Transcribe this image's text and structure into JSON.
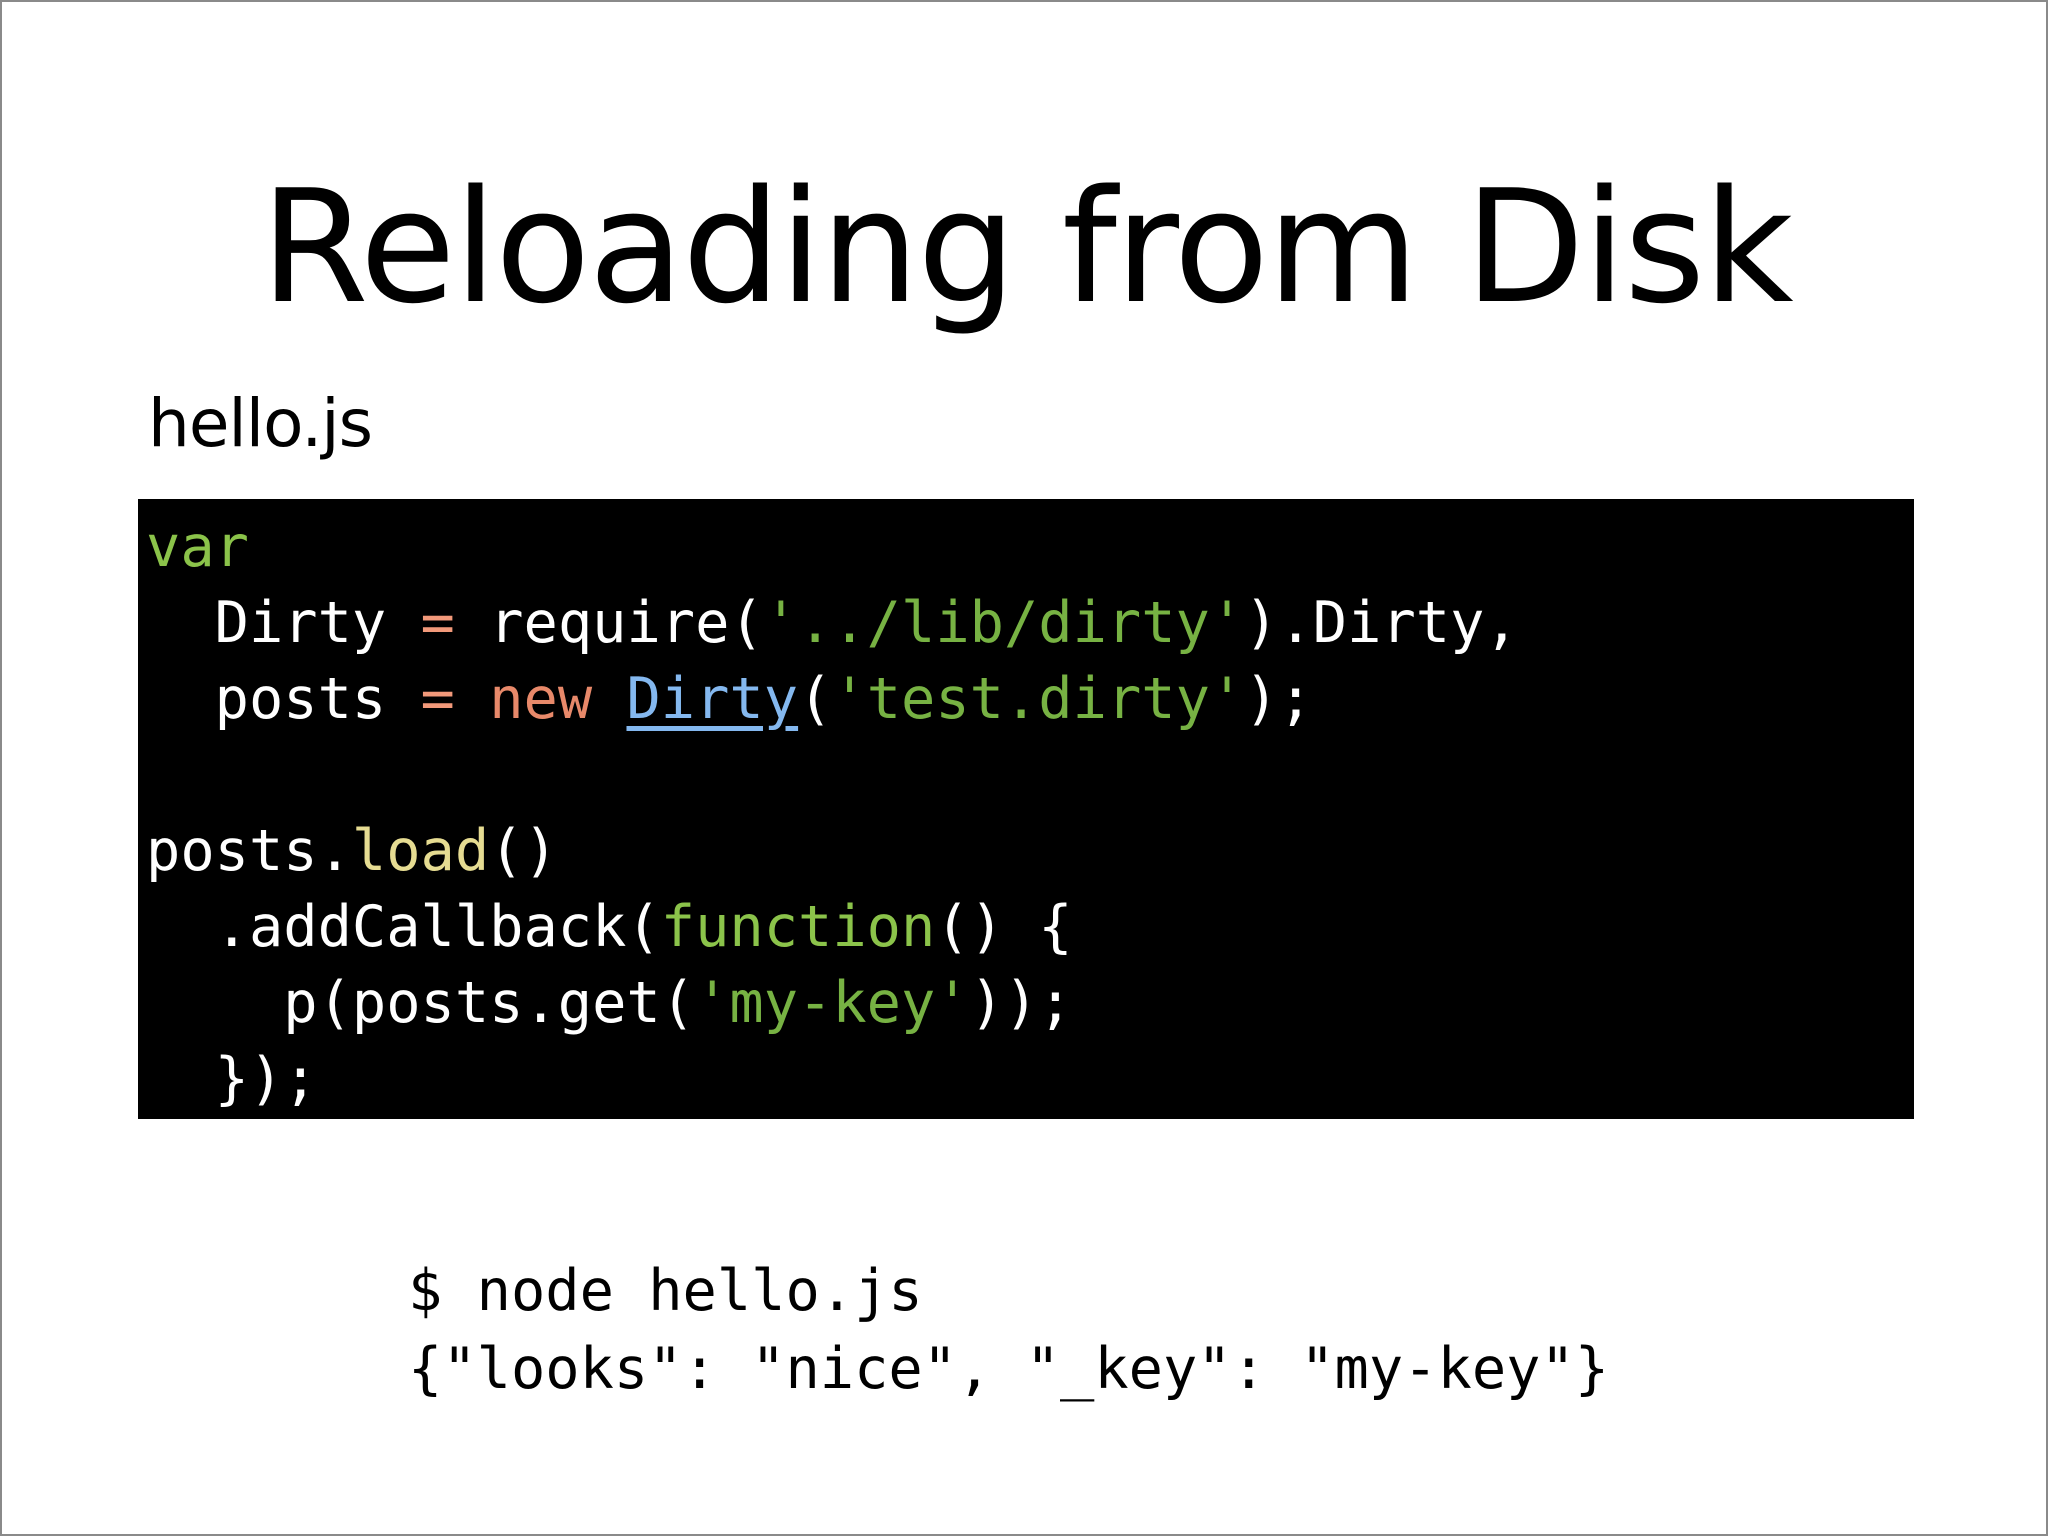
{
  "slide": {
    "title": "Reloading from Disk",
    "filename": "hello.js"
  },
  "code": {
    "lines": [
      [
        {
          "t": "var",
          "k": "kw"
        }
      ],
      [
        {
          "t": "  Dirty ",
          "k": "pl"
        },
        {
          "t": "=",
          "k": "op"
        },
        {
          "t": " require(",
          "k": "pl"
        },
        {
          "t": "'../lib/dirty'",
          "k": "str"
        },
        {
          "t": ").Dirty,",
          "k": "pl"
        }
      ],
      [
        {
          "t": "  posts ",
          "k": "pl"
        },
        {
          "t": "=",
          "k": "op"
        },
        {
          "t": " ",
          "k": "pl"
        },
        {
          "t": "new",
          "k": "new"
        },
        {
          "t": " ",
          "k": "pl"
        },
        {
          "t": "Dirty",
          "k": "cls"
        },
        {
          "t": "(",
          "k": "pl"
        },
        {
          "t": "'test.dirty'",
          "k": "str"
        },
        {
          "t": ");",
          "k": "pl"
        }
      ],
      [
        {
          "t": "",
          "k": "pl"
        }
      ],
      [
        {
          "t": "posts.",
          "k": "pl"
        },
        {
          "t": "load",
          "k": "fn"
        },
        {
          "t": "()",
          "k": "pl"
        }
      ],
      [
        {
          "t": "  .addCallback(",
          "k": "pl"
        },
        {
          "t": "function",
          "k": "kw"
        },
        {
          "t": "() {",
          "k": "pl"
        }
      ],
      [
        {
          "t": "    p(posts.get(",
          "k": "pl"
        },
        {
          "t": "'my-key'",
          "k": "str"
        },
        {
          "t": "));",
          "k": "pl"
        }
      ],
      [
        {
          "t": "  });",
          "k": "pl"
        }
      ]
    ]
  },
  "terminal": {
    "command": "$ node hello.js",
    "result": "{\"looks\": \"nice\", \"_key\": \"my-key\"}"
  },
  "colors": {
    "keyword": "#8bc34a",
    "string": "#77b243",
    "operator": "#f2997a",
    "new_keyword": "#e8896a",
    "class_name": "#84b8ef",
    "method": "#e6dc92",
    "code_background": "#000000"
  }
}
